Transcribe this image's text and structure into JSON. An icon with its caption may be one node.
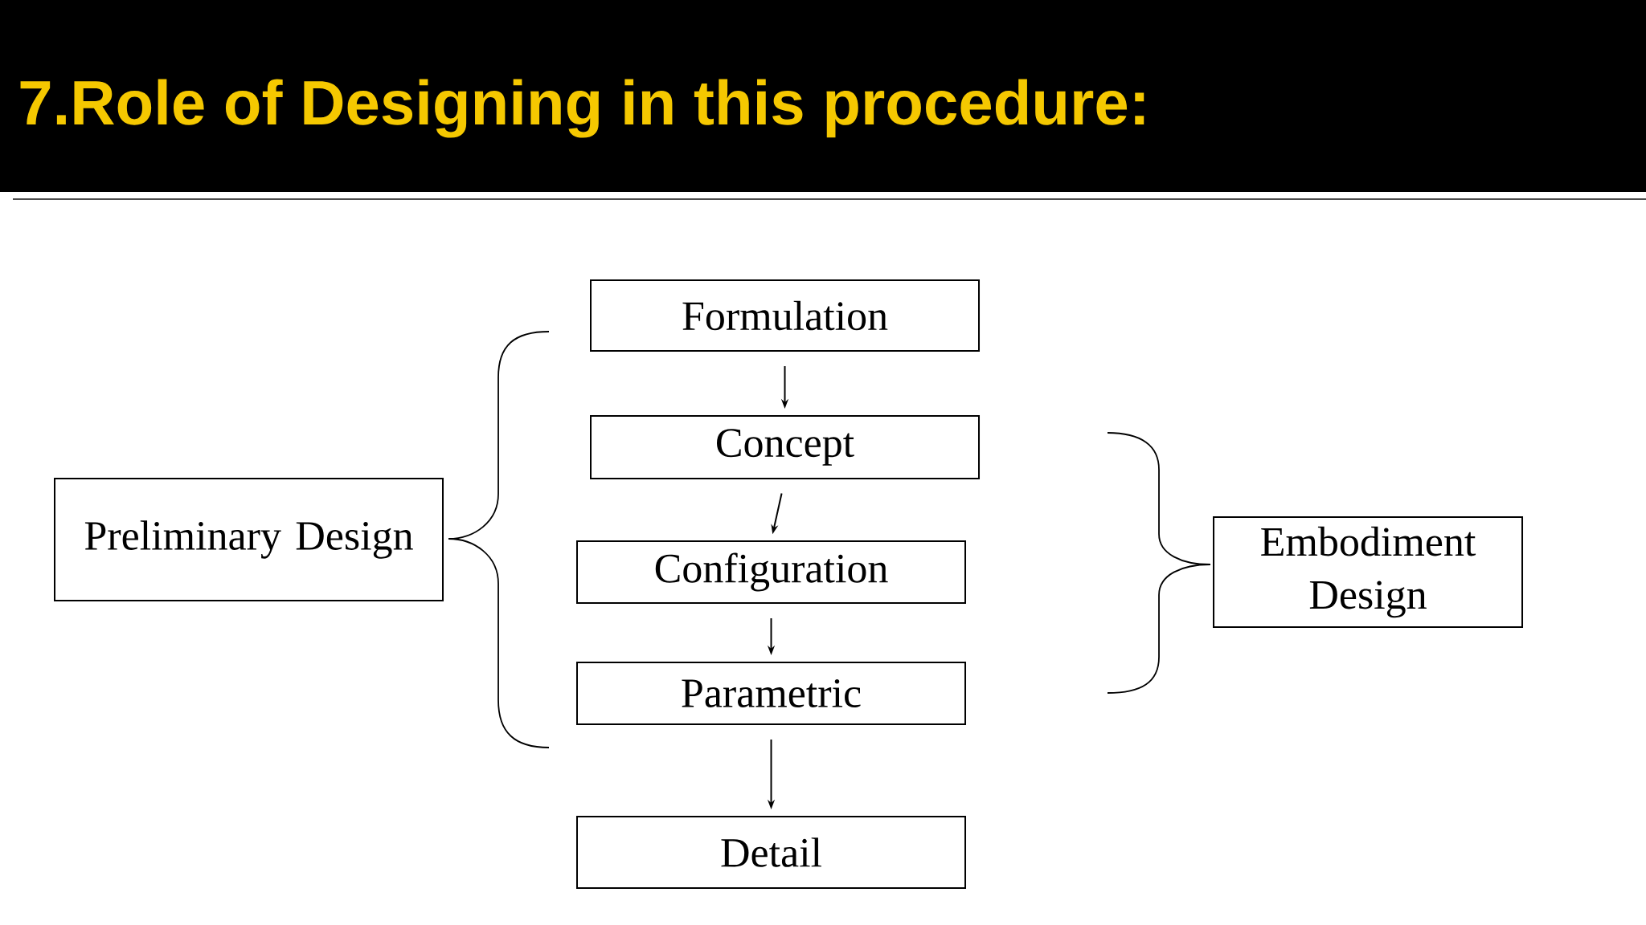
{
  "diagram": {
    "title": "7.Role of Designing in this procedure:",
    "nodes": [
      {
        "text": [
          "Formulation"
        ]
      },
      {
        "text": [
          "Concept"
        ]
      },
      {
        "text": [
          "Configuration"
        ]
      },
      {
        "text": [
          "Parametric"
        ]
      },
      {
        "text": [
          "Detail"
        ]
      },
      {
        "text": [
          "Preliminary Design"
        ]
      },
      {
        "text": [
          "Embodiment Design"
        ]
      }
    ],
    "edges": [
      {
        "from": 0,
        "to": 1,
        "arrow": "to"
      },
      {
        "from": 1,
        "to": 2,
        "arrow": "to"
      },
      {
        "from": 2,
        "to": 3,
        "arrow": "to"
      },
      {
        "from": 3,
        "to": 4,
        "arrow": "to"
      }
    ]
  }
}
